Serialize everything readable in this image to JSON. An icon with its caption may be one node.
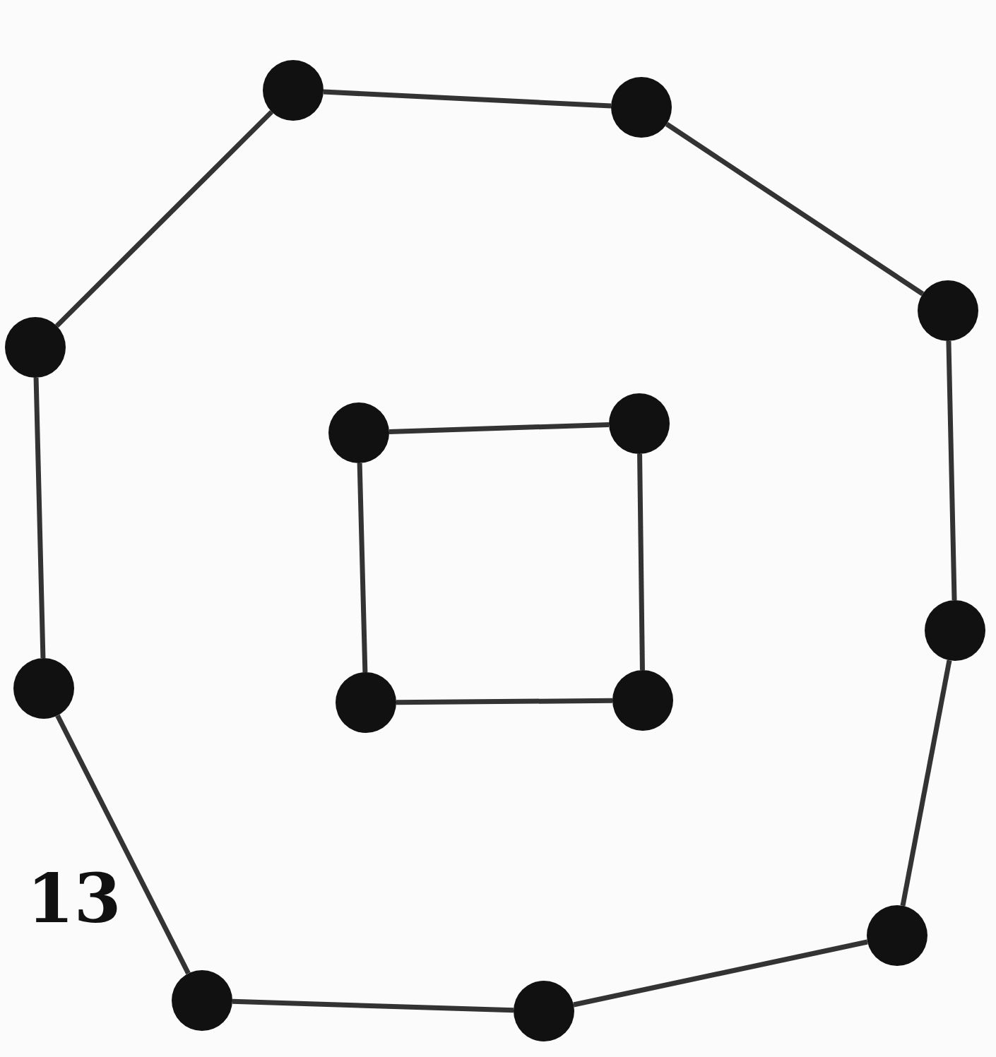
{
  "diagram": {
    "nodes": [
      {
        "text": [],
        "shape": "circle"
      },
      {
        "text": [],
        "shape": "circle"
      },
      {
        "text": [],
        "shape": "circle"
      },
      {
        "text": [],
        "shape": "circle"
      },
      {
        "text": [],
        "shape": "circle"
      },
      {
        "text": [],
        "shape": "circle"
      },
      {
        "text": [],
        "shape": "circle"
      },
      {
        "text": [],
        "shape": "circle"
      },
      {
        "text": [],
        "shape": "circle"
      },
      {
        "text": [],
        "shape": "circle"
      },
      {
        "text": [],
        "shape": "circle"
      },
      {
        "text": [],
        "shape": "circle"
      },
      {
        "text": [],
        "shape": "circle"
      }
    ],
    "edges": [
      {
        "from": 0,
        "to": 1,
        "arrow": "none"
      },
      {
        "from": 1,
        "to": 3,
        "arrow": "none"
      },
      {
        "from": 3,
        "to": 9,
        "arrow": "none"
      },
      {
        "from": 9,
        "to": 12,
        "arrow": "none"
      },
      {
        "from": 12,
        "to": 11,
        "arrow": "none"
      },
      {
        "from": 11,
        "to": 10,
        "arrow": "none"
      },
      {
        "from": 10,
        "to": 6,
        "arrow": "none"
      },
      {
        "from": 6,
        "to": 2,
        "arrow": "none"
      },
      {
        "from": 2,
        "to": 0,
        "arrow": "none"
      },
      {
        "from": 4,
        "to": 5,
        "arrow": "none"
      },
      {
        "from": 5,
        "to": 8,
        "arrow": "none"
      },
      {
        "from": 8,
        "to": 7,
        "arrow": "none"
      },
      {
        "from": 7,
        "to": 4,
        "arrow": "none"
      }
    ],
    "labels": [
      "13"
    ]
  }
}
